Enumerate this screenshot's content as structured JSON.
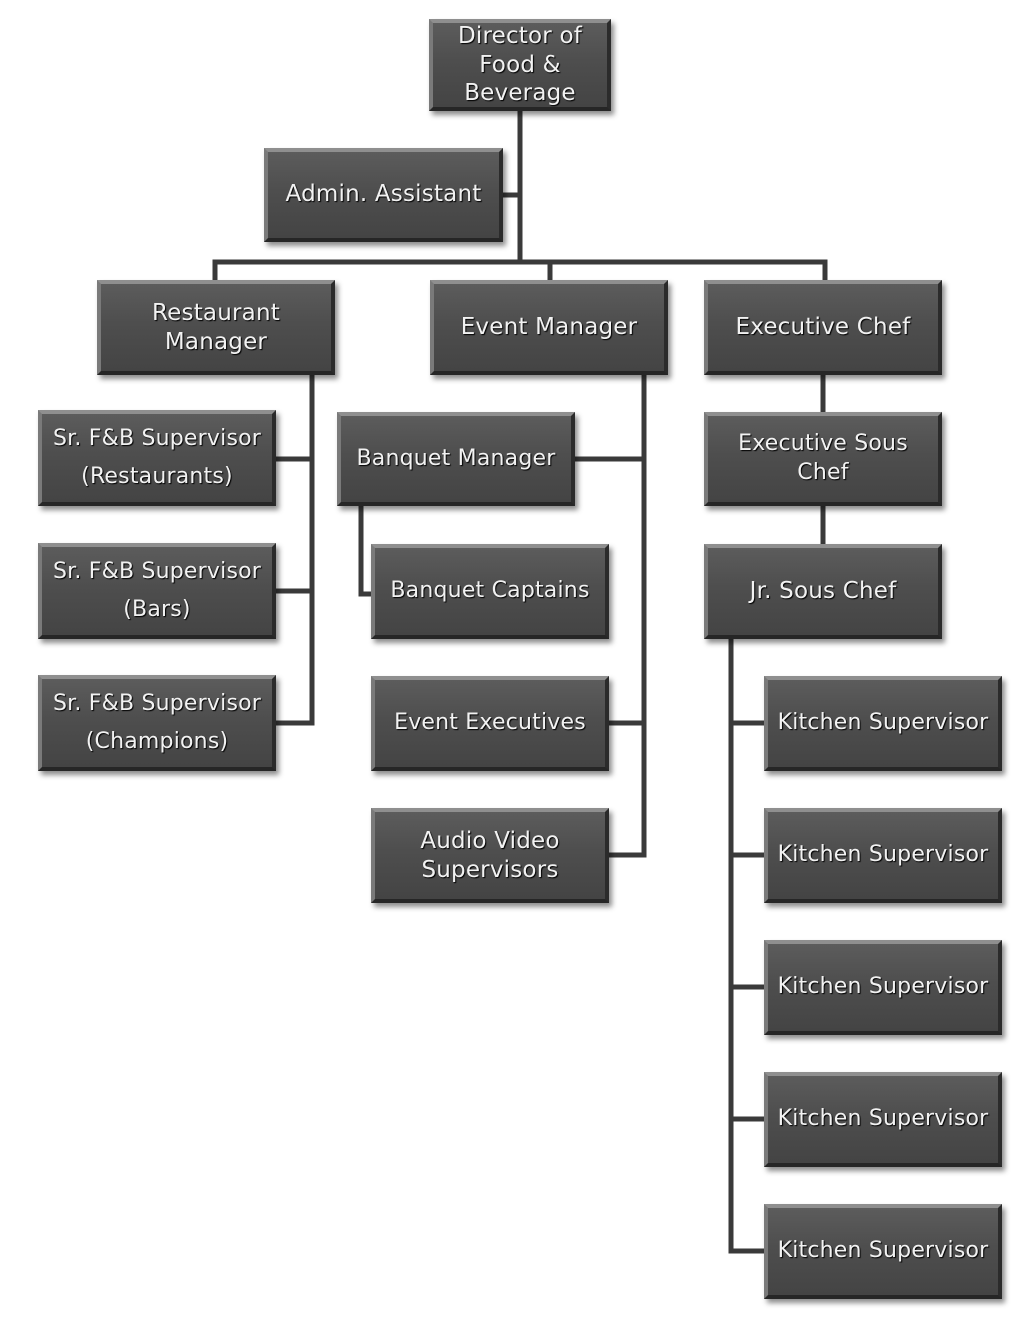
{
  "nodes": {
    "director": "Director  of\nFood &\nBeverage",
    "admin": "Admin. Assistant",
    "restaurant_manager": "Restaurant\nManager",
    "event_manager": "Event Manager",
    "executive_chef": "Executive Chef",
    "sup_restaurants": "Sr. F&B Supervisor\n(Restaurants)",
    "sup_bars": "Sr. F&B Supervisor\n(Bars)",
    "sup_champions": "Sr. F&B Supervisor\n(Champions)",
    "banquet_manager": "Banquet Manager",
    "banquet_captains": "Banquet Captains",
    "event_executives": "Event Executives",
    "audio_video": "Audio Video\nSupervisors",
    "exec_sous_chef": "Executive Sous Chef",
    "jr_sous_chef": "Jr. Sous Chef",
    "kitchen_sup_1": "Kitchen Supervisor",
    "kitchen_sup_2": "Kitchen Supervisor",
    "kitchen_sup_3": "Kitchen Supervisor",
    "kitchen_sup_4": "Kitchen Supervisor",
    "kitchen_sup_5": "Kitchen Supervisor"
  },
  "colors": {
    "box_fill": "#4e4e4e",
    "box_text": "#f2f2f2",
    "connector": "#3a3a3a",
    "background": "#ffffff"
  }
}
